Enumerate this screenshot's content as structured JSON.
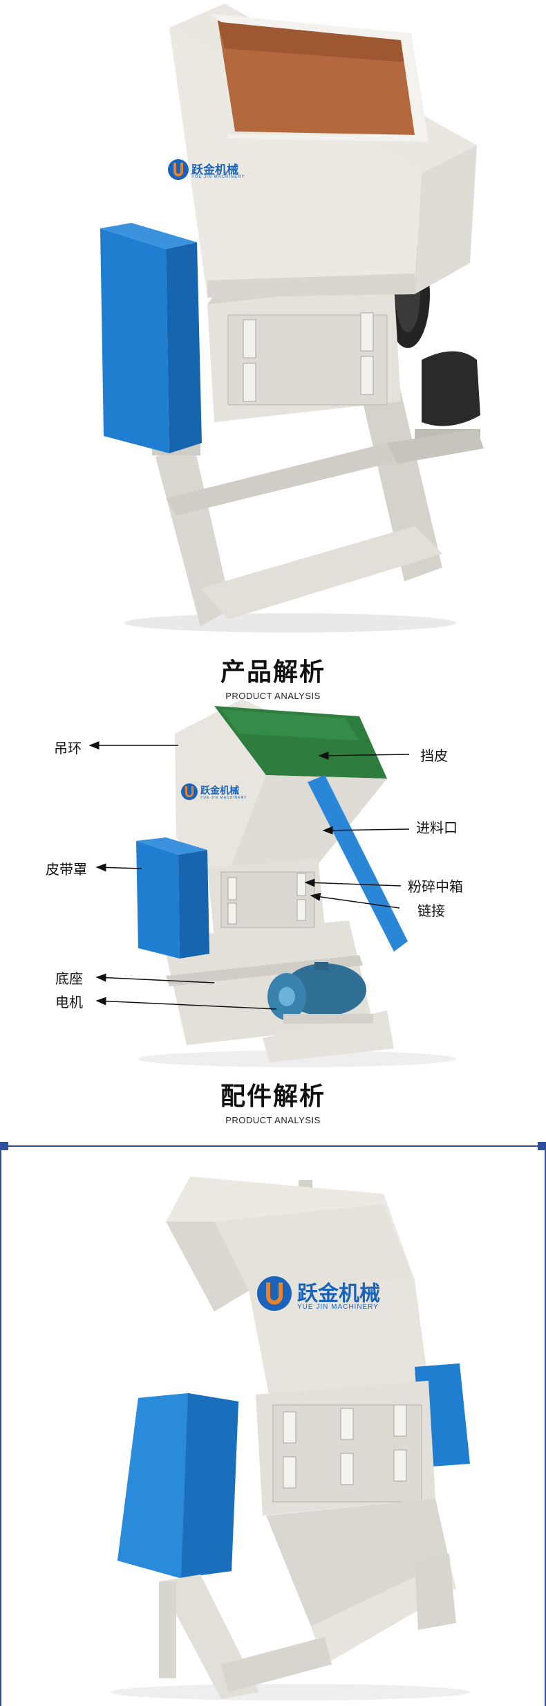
{
  "brand": {
    "name_zh": "跃金机械",
    "name_en": "YUE JIN MACHINERY",
    "color_blue": "#1b63b8",
    "color_orange": "#e8832a"
  },
  "product_analysis": {
    "title_zh": "产品解析",
    "title_en": "PRODUCT ANALYSIS",
    "labels": {
      "lifting_ring": "吊环",
      "belt_cover": "皮带罩",
      "base": "底座",
      "motor": "电机",
      "flap": "挡皮",
      "feed_inlet": "进料口",
      "crushing_chamber": "粉碎中箱",
      "link": "链接"
    }
  },
  "parts_analysis": {
    "title_zh": "配件解析",
    "title_en": "PRODUCT ANALYSIS"
  },
  "colors": {
    "machine_body": "#e6e4dc",
    "machine_blue": "#1e7fd0",
    "flap_green": "#2f7d3e",
    "hopper_inner": "#b2643a",
    "frame_line": "#2d4f9e"
  }
}
